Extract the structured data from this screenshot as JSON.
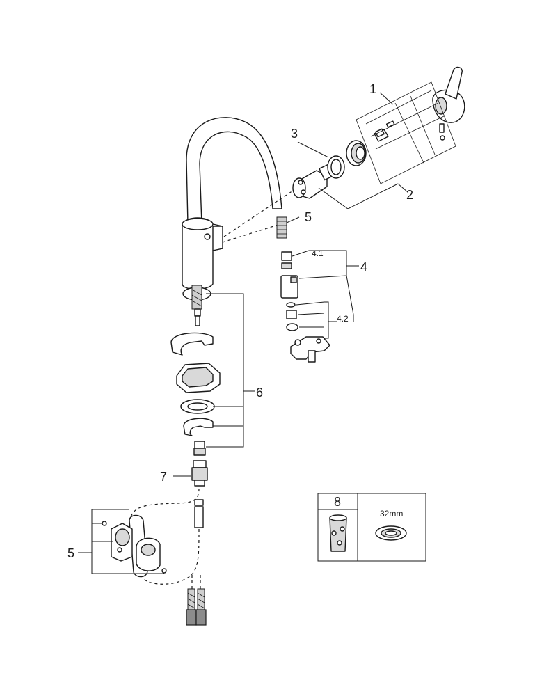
{
  "callouts": {
    "c1": "1",
    "c2": "2",
    "c3": "3",
    "c4": "4",
    "c4_1": "4.1",
    "c4_2": "4.2",
    "c5_top": "5",
    "c5_bottom": "5",
    "c6": "6",
    "c7": "7",
    "c8": "8"
  },
  "inset": {
    "dimension": "32mm"
  }
}
